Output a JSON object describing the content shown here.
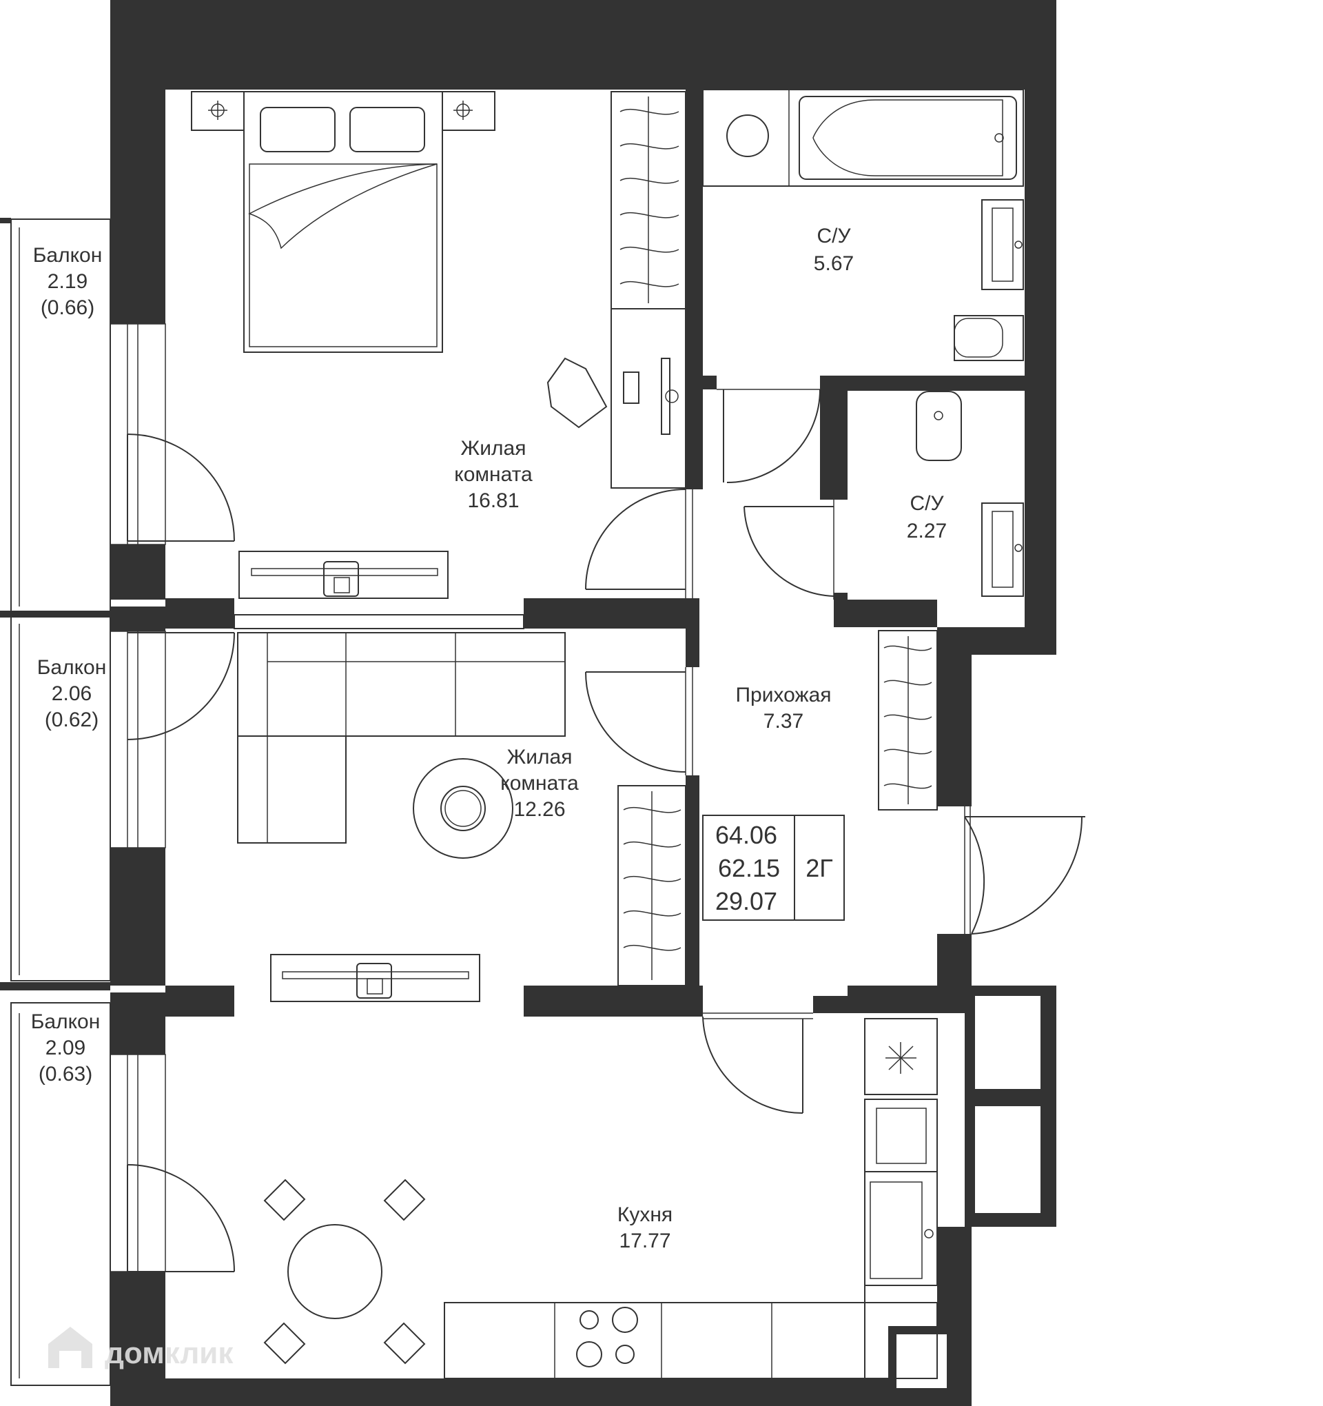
{
  "rooms": [
    {
      "id": "balcony-1",
      "name": "Балкон",
      "area": "2.19",
      "extra": "(0.66)"
    },
    {
      "id": "living-1",
      "name_line1": "Жилая",
      "name_line2": "комната",
      "area": "16.81"
    },
    {
      "id": "bathroom-1",
      "name": "С/У",
      "area": "5.67"
    },
    {
      "id": "bathroom-2",
      "name": "С/У",
      "area": "2.27"
    },
    {
      "id": "balcony-2",
      "name": "Балкон",
      "area": "2.06",
      "extra": "(0.62)"
    },
    {
      "id": "hallway",
      "name": "Прихожая",
      "area": "7.37"
    },
    {
      "id": "living-2",
      "name_line1": "Жилая",
      "name_line2": "комната",
      "area": "12.26"
    },
    {
      "id": "balcony-3",
      "name": "Балкон",
      "area": "2.09",
      "extra": "(0.63)"
    },
    {
      "id": "kitchen",
      "name": "Кухня",
      "area": "17.77"
    }
  ],
  "summary": {
    "total_area": "64.06",
    "area_excl_balcony": "62.15",
    "living_area": "29.07",
    "apartment_type": "2Г"
  },
  "watermark": {
    "text": "домклик"
  },
  "colors": {
    "wall": "#333333",
    "line": "#333333",
    "background": "#ffffff"
  }
}
